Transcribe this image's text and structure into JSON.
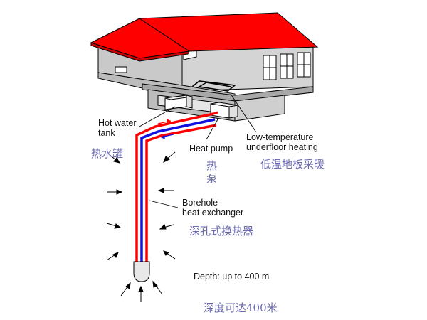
{
  "labels": {
    "hot_water_tank_line1": "Hot water",
    "hot_water_tank_line2": "tank",
    "heat_pump": "Heat pump",
    "underfloor_line1": "Low-temperature",
    "underfloor_line2": "underfloor heating",
    "borehole_line1": "Borehole",
    "borehole_line2": "heat exchanger",
    "depth": "Depth: up to 400 m"
  },
  "labels_zh": {
    "hot_water_tank": "热水罐",
    "heat_pump_char1": "热",
    "heat_pump_char2": "泵",
    "underfloor": "低温地板采暖",
    "borehole": "深孔式换热器",
    "depth": "深度可达400米"
  },
  "colors": {
    "roof": "#ff0000",
    "walls": "#c8c8c8",
    "hot_pipe": "#ff0000",
    "cold_pipe": "#1010e0",
    "chinese_text": "#6a6ab0",
    "outline": "#000000"
  }
}
